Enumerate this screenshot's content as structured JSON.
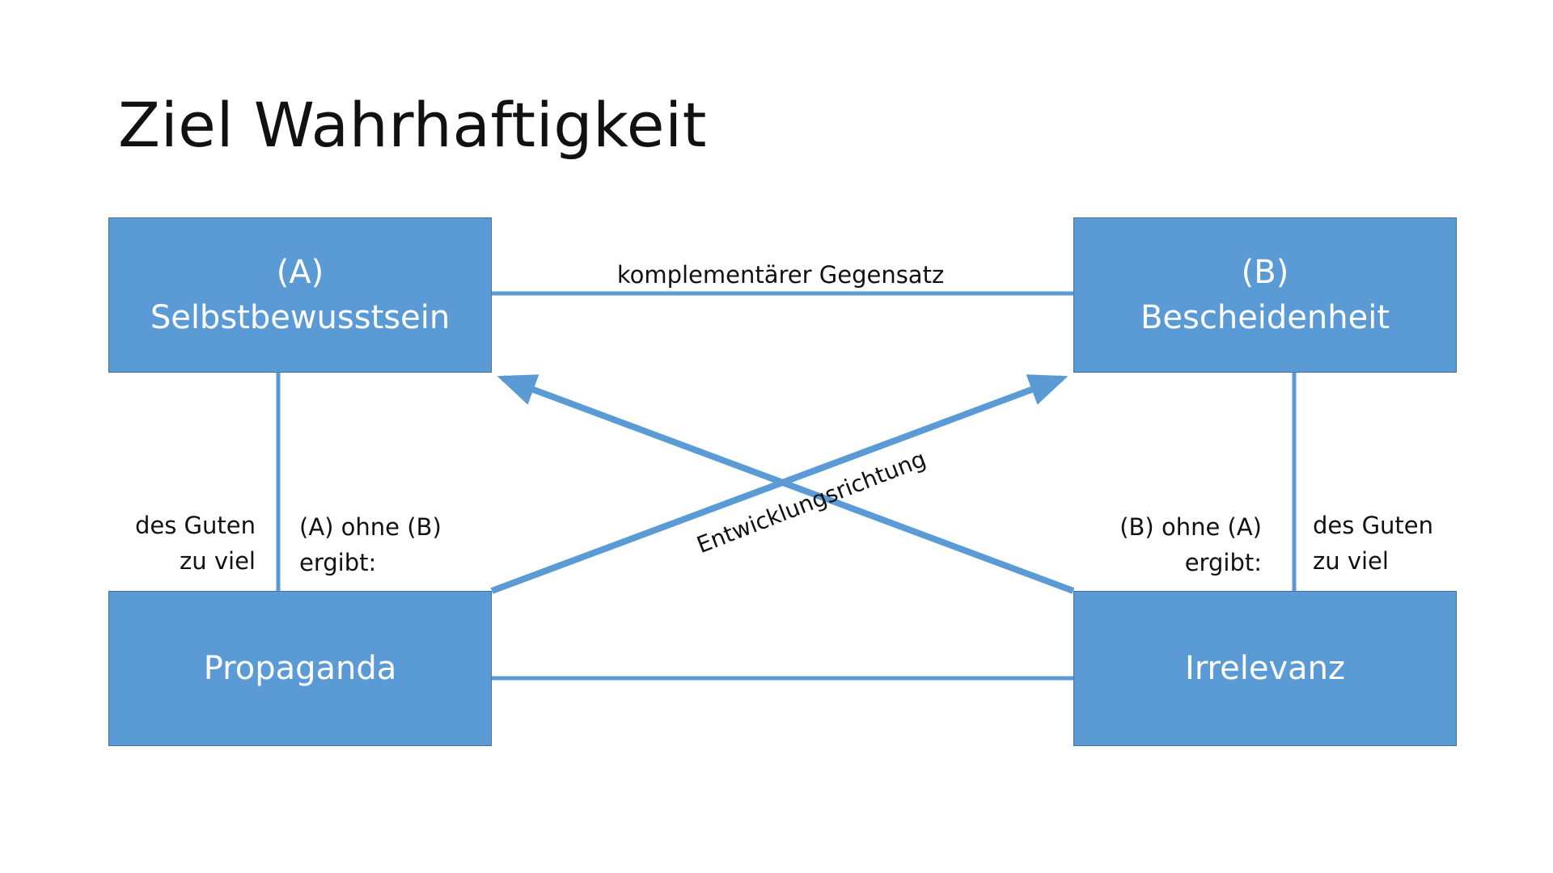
{
  "title": "Ziel Wahrhaftigkeit",
  "colors": {
    "box_fill": "#5b9bd5",
    "box_border": "#41719c",
    "connector": "#5b9bd5",
    "box_text": "#ffffff"
  },
  "boxes": {
    "a": {
      "line1": "(A)",
      "line2": "Selbstbewusstsein"
    },
    "b": {
      "line1": "(B)",
      "line2": "Bescheidenheit"
    },
    "c": {
      "label": "Propaganda"
    },
    "d": {
      "label": "Irrelevanz"
    }
  },
  "labels": {
    "top_connector": "komplementärer Gegensatz",
    "diagonal": "Entwicklungsrichtung",
    "left_outer": {
      "line1": "des Guten",
      "line2": "zu viel"
    },
    "left_inner": {
      "line1": "(A) ohne (B)",
      "line2": "ergibt:"
    },
    "right_inner": {
      "line1": "(B) ohne (A)",
      "line2": "ergibt:"
    },
    "right_outer": {
      "line1": "des Guten",
      "line2": "zu viel"
    }
  }
}
